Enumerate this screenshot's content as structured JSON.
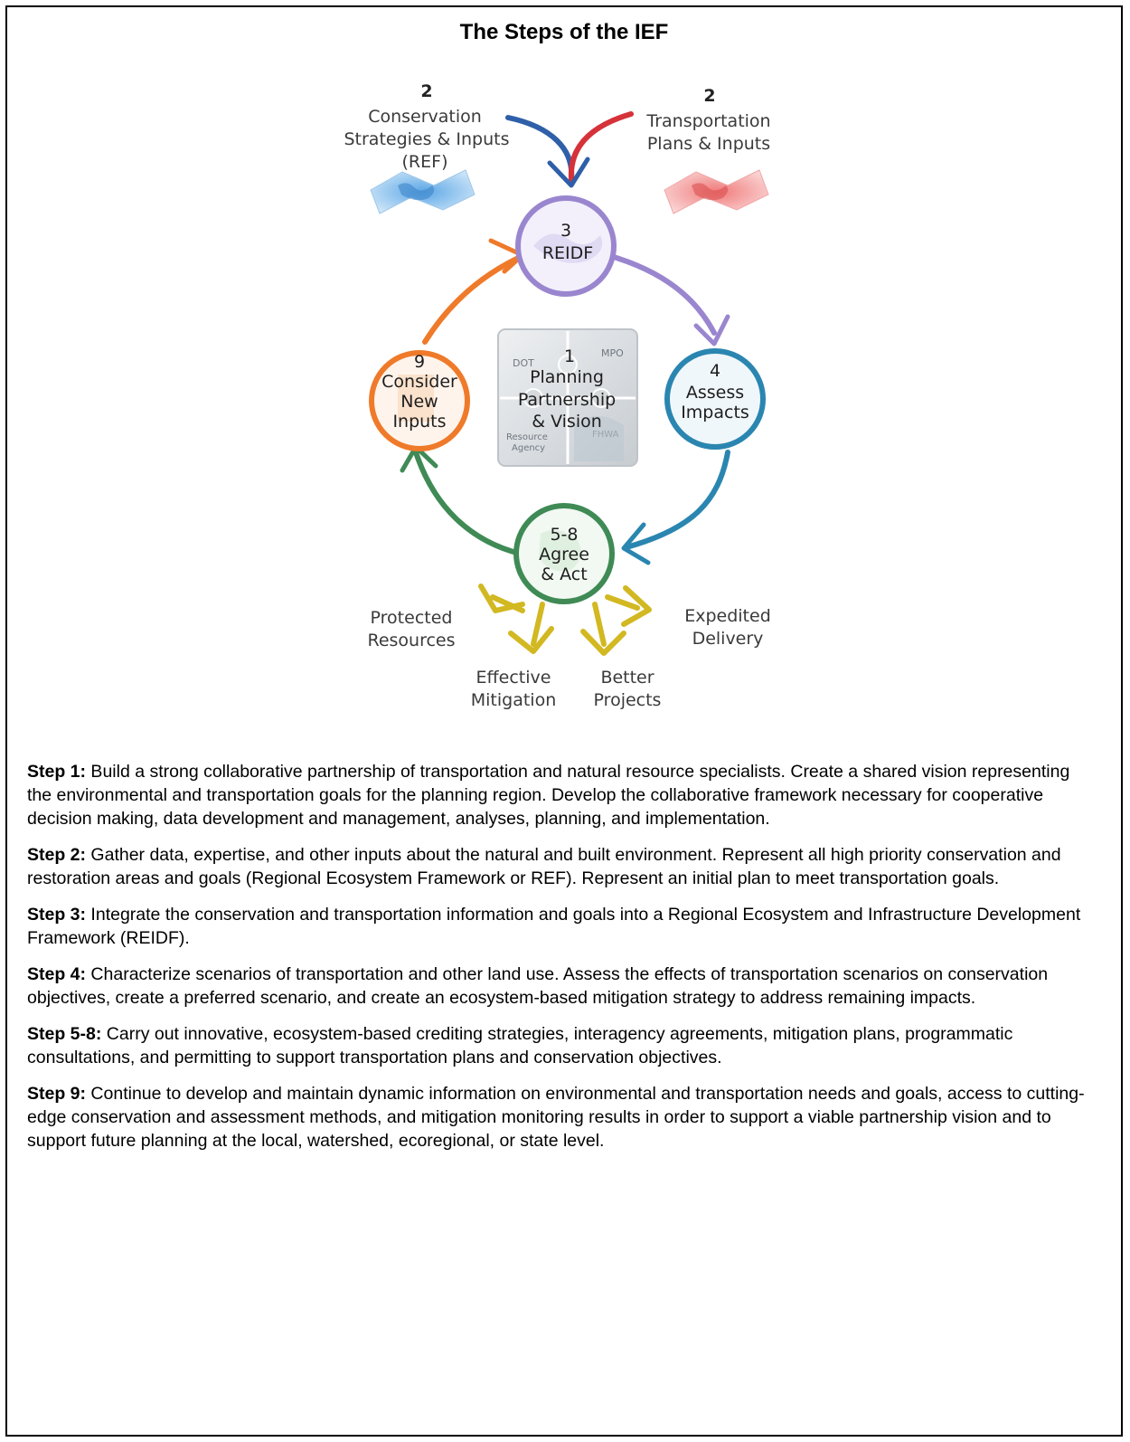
{
  "title": "The Steps of the IEF",
  "diagram": {
    "input_conservation": {
      "number": "2",
      "line1": "Conservation",
      "line2": "Strategies & Inputs",
      "line3": "(REF)"
    },
    "input_transportation": {
      "number": "2",
      "line1": "Transportation",
      "line2": "Plans & Inputs"
    },
    "reidf": {
      "number": "3",
      "label": "REIDF"
    },
    "assess": {
      "number": "4",
      "line1": "Assess",
      "line2": "Impacts"
    },
    "agree": {
      "number": "5-8",
      "line1": "Agree",
      "line2": "& Act"
    },
    "consider": {
      "number": "9",
      "line1": "Consider",
      "line2": "New",
      "line3": "Inputs"
    },
    "center": {
      "number": "1",
      "line1": "Planning",
      "line2": "Partnership",
      "line3": "& Vision",
      "dot": "DOT",
      "mpo": "MPO",
      "resource": "Resource",
      "agency": "Agency",
      "fhwa": "FHWA"
    },
    "outcomes": {
      "protected": {
        "line1": "Protected",
        "line2": "Resources"
      },
      "effective": {
        "line1": "Effective",
        "line2": "Mitigation"
      },
      "better": {
        "line1": "Better",
        "line2": "Projects"
      },
      "expedited": {
        "line1": "Expedited",
        "line2": "Delivery"
      }
    },
    "colors": {
      "blue_in": "#2f5fa8",
      "red_in": "#d5323a",
      "purple": "#9a86cf",
      "teal": "#2a86b0",
      "green": "#3f8a55",
      "orange": "#ef7a2a",
      "gold": "#d2b821"
    }
  },
  "steps": [
    {
      "label": "Step 1:",
      "text": " Build a strong collaborative partnership of transportation and natural resource specialists. Create a shared vision representing the environmental and transportation goals for the planning region. Develop the collaborative framework necessary for cooperative decision making, data development and management, analyses, planning, and implementation."
    },
    {
      "label": "Step 2:",
      "text": " Gather data, expertise, and other inputs about the natural and built environment.  Represent all high priority conservation and restoration areas and goals (Regional Ecosystem Framework or REF).  Represent an initial plan to meet transportation goals."
    },
    {
      "label": "Step 3:",
      "text": "  Integrate the conservation and transportation information and goals into a Regional Ecosystem and Infrastructure Development Framework (REIDF)."
    },
    {
      "label": "Step 4:",
      "text": " Characterize scenarios of transportation and other land use. Assess the effects of transportation scenarios on conservation objectives, create a preferred scenario, and create an ecosystem-based mitigation strategy to address remaining impacts."
    },
    {
      "label": "Step 5-8:",
      "text": " Carry out innovative, ecosystem-based crediting strategies, interagency agreements, mitigation plans, programmatic consultations, and permitting to support transportation plans and conservation objectives."
    },
    {
      "label": "Step 9:",
      "text": " Continue to develop and maintain dynamic information on environmental and transportation needs and goals, access to cutting-edge conservation and assessment methods, and mitigation monitoring results in order to support a viable partnership vision and to support future planning at the local, watershed, ecoregional, or state level."
    }
  ]
}
